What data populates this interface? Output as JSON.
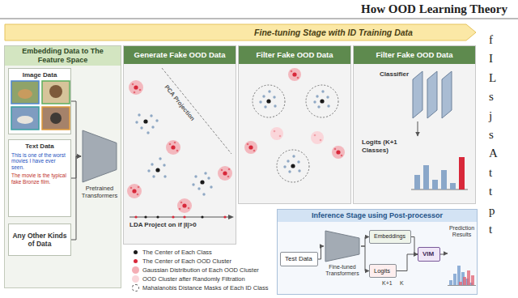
{
  "diagram": {
    "nodes": [
      {
        "text": [
          "Fine-tuning Stage with ID Training Data"
        ]
      },
      {
        "text": [
          "Embedding Data to The Feature Space"
        ]
      },
      {
        "text": [
          "Image Data"
        ],
        "in": 1
      },
      {
        "text": [
          "Text Data",
          "This is one of the worst movies I have ever seen.",
          "The movie is the typical fake Bronze film."
        ],
        "in": 1
      },
      {
        "text": [
          "Any Other Kinds of Data"
        ],
        "in": 1
      },
      {
        "text": [
          "Pretrained Transformers"
        ],
        "in": 1
      },
      {
        "text": [
          "Generate Fake OOD Data"
        ]
      },
      {
        "text": [
          "Filter Fake OOD Data"
        ]
      },
      {
        "text": [
          "Filter Fake OOD Data"
        ]
      },
      {
        "text": [
          "Classifier"
        ],
        "in": 8
      },
      {
        "text": [
          "Logits (K+1 Classes)"
        ],
        "in": 8
      },
      {
        "text": [
          "Inference Stage using Post-processor"
        ]
      },
      {
        "text": [
          "Test Data"
        ],
        "in": 11
      },
      {
        "text": [
          "Fine-tuned Transformers"
        ],
        "in": 11
      },
      {
        "text": [
          "Embeddings"
        ],
        "in": 11
      },
      {
        "text": [
          "Logits"
        ],
        "in": 11
      },
      {
        "text": [
          "VIM"
        ],
        "in": 11
      },
      {
        "text": [
          "Prediction Results"
        ],
        "in": 11
      }
    ],
    "edges": [
      {
        "from": 2,
        "to": 5,
        "arrow": "to"
      },
      {
        "from": 3,
        "to": 5,
        "arrow": "to"
      },
      {
        "from": 4,
        "to": 5,
        "arrow": "to"
      },
      {
        "from": 9,
        "to": 10,
        "arrow": "to"
      },
      {
        "from": 12,
        "to": 13,
        "arrow": "to"
      },
      {
        "from": 13,
        "to": 14,
        "arrow": "to"
      },
      {
        "from": 13,
        "to": 15,
        "arrow": "to"
      },
      {
        "from": 14,
        "to": 16,
        "arrow": "to"
      },
      {
        "from": 15,
        "to": 16,
        "arrow": "to"
      },
      {
        "from": 16,
        "to": 17,
        "arrow": "to"
      }
    ],
    "labels": [
      "How OOD Learning Theory",
      "PCA Projection",
      "LDA Project on if |I|>0",
      "K+1",
      "K",
      "f",
      "I",
      "L",
      "s",
      "j",
      "s",
      "A",
      "t",
      "t",
      "p",
      "t"
    ],
    "legend": [
      {
        "text": "The Center of Each Class",
        "color": "#1a1a1a"
      },
      {
        "text": "The Center of Each OOD Cluster",
        "color": "#d8283a"
      },
      {
        "text": "Gaussian Distribution of Each OOD Cluster",
        "color": "#f4aeb5"
      },
      {
        "text": "OOD Cluster after Randomly Filtration",
        "color": "#fad6da"
      },
      {
        "text": "Mahalanobis Distance Masks of Each ID Class"
      }
    ]
  }
}
